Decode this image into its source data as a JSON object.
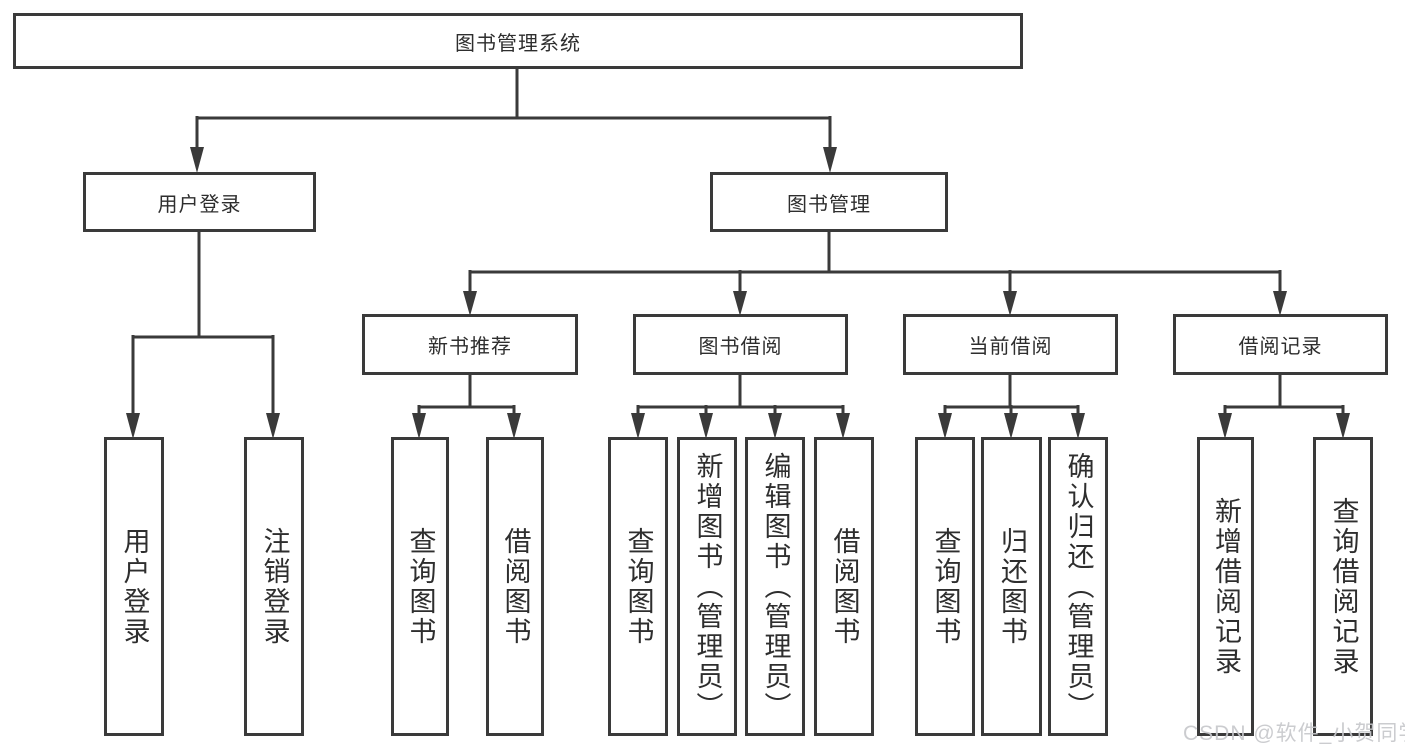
{
  "diagram_title": "图书管理系统",
  "nodes": {
    "root": "图书管理系统",
    "user_login": "用户登录",
    "book_management": "图书管理",
    "new_book_recommend": "新书推荐",
    "book_borrowing": "图书借阅",
    "current_borrowing": "当前借阅",
    "borrowing_records": "借阅记录"
  },
  "leaves": {
    "user_login": [
      "用户登录",
      "注销登录"
    ],
    "new_book_recommend": [
      "查询图书",
      "借阅图书"
    ],
    "book_borrowing": [
      "查询图书",
      "新增图书（管理员）",
      "编辑图书（管理员）",
      "借阅图书"
    ],
    "current_borrowing": [
      "查询图书",
      "归还图书",
      "确认归还（管理员）"
    ],
    "borrowing_records": [
      "新增借阅记录",
      "查询借阅记录"
    ]
  },
  "watermark": {
    "text": "CSDN @软件_小贺同学",
    "color": "#c7c8cc"
  },
  "colors": {
    "line": "#3a3a3a",
    "box_border": "#3a3a3a",
    "box_background": "#ffffff",
    "text": "#2e2e2e",
    "page_background": "#ffffff"
  }
}
